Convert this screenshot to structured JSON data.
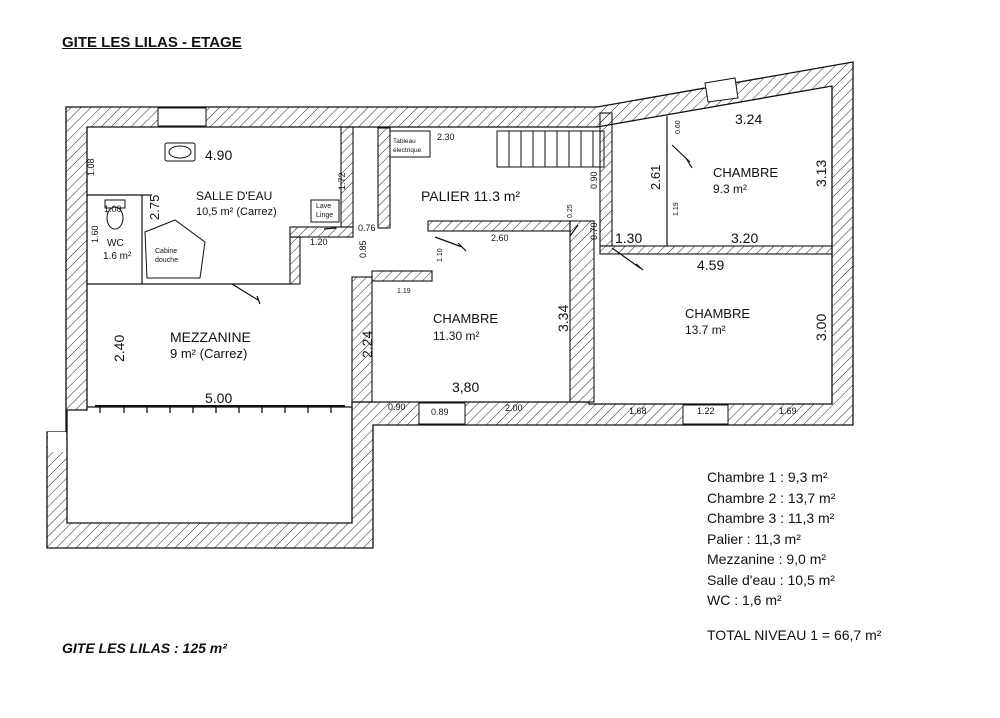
{
  "title": "GITE LES LILAS - ETAGE",
  "footer": "GITE LES LILAS : 125 m²",
  "summary": {
    "lines": [
      "Chambre 1 : 9,3 m²",
      "Chambre 2 : 13,7 m²",
      "Chambre 3 : 11,3 m²",
      "Palier : 11,3 m²",
      "Mezzanine : 9,0 m²",
      "Salle d'eau : 10,5 m²",
      "WC : 1,6 m²"
    ],
    "total": "TOTAL  NIVEAU 1 = 66,7 m²"
  },
  "rooms": {
    "salle_eau": {
      "name": "SALLE D'EAU",
      "area": "10,5 m² (Carrez)"
    },
    "wc": {
      "name": "WC",
      "area": "1.6 m²"
    },
    "cabine": {
      "line1": "Cabine",
      "line2": "douche"
    },
    "lave_linge": {
      "line1": "Lave",
      "line2": "Linge"
    },
    "tableau": {
      "line1": "Tableau",
      "line2": "électrique"
    },
    "palier": {
      "name": "PALIER 11.3 m²"
    },
    "mezzanine": {
      "name": "MEZZANINE",
      "area": "9 m² (Carrez)"
    },
    "chambre_mid": {
      "name": "CHAMBRE",
      "area": "11.30 m²"
    },
    "chambre_top": {
      "name": "CHAMBRE",
      "area": "9.3 m²"
    },
    "chambre_right": {
      "name": "CHAMBRE",
      "area": "13.7 m²"
    }
  },
  "dimensions": {
    "d_490": "4.90",
    "d_108": "1.08",
    "d_100": "1.00",
    "d_160": "1.60",
    "d_275": "2.75",
    "d_172": "1.72",
    "d_120": "1.20",
    "d_076": "0.76",
    "d_230": "2.30",
    "d_085": "0.85",
    "d_119": "1.19",
    "d_110": "1.10",
    "d_260": "2.60",
    "d_025": "0.25",
    "d_070": "0.70",
    "d_090a": "0.90",
    "d_261": "2.61",
    "d_060": "0.60",
    "d_119b": "1.19",
    "d_324": "3.24",
    "d_313": "3.13",
    "d_130": "1.30",
    "d_320": "3.20",
    "d_459": "4.59",
    "d_334": "3.34",
    "d_300": "3.00",
    "d_240": "2.40",
    "d_224": "2.24",
    "d_500": "5.00",
    "d_380": "3,80",
    "d_090b": "0.90",
    "d_089": "0.89",
    "d_200": "2.00",
    "d_168": "1.68",
    "d_122": "1.22",
    "d_169": "1.69"
  }
}
